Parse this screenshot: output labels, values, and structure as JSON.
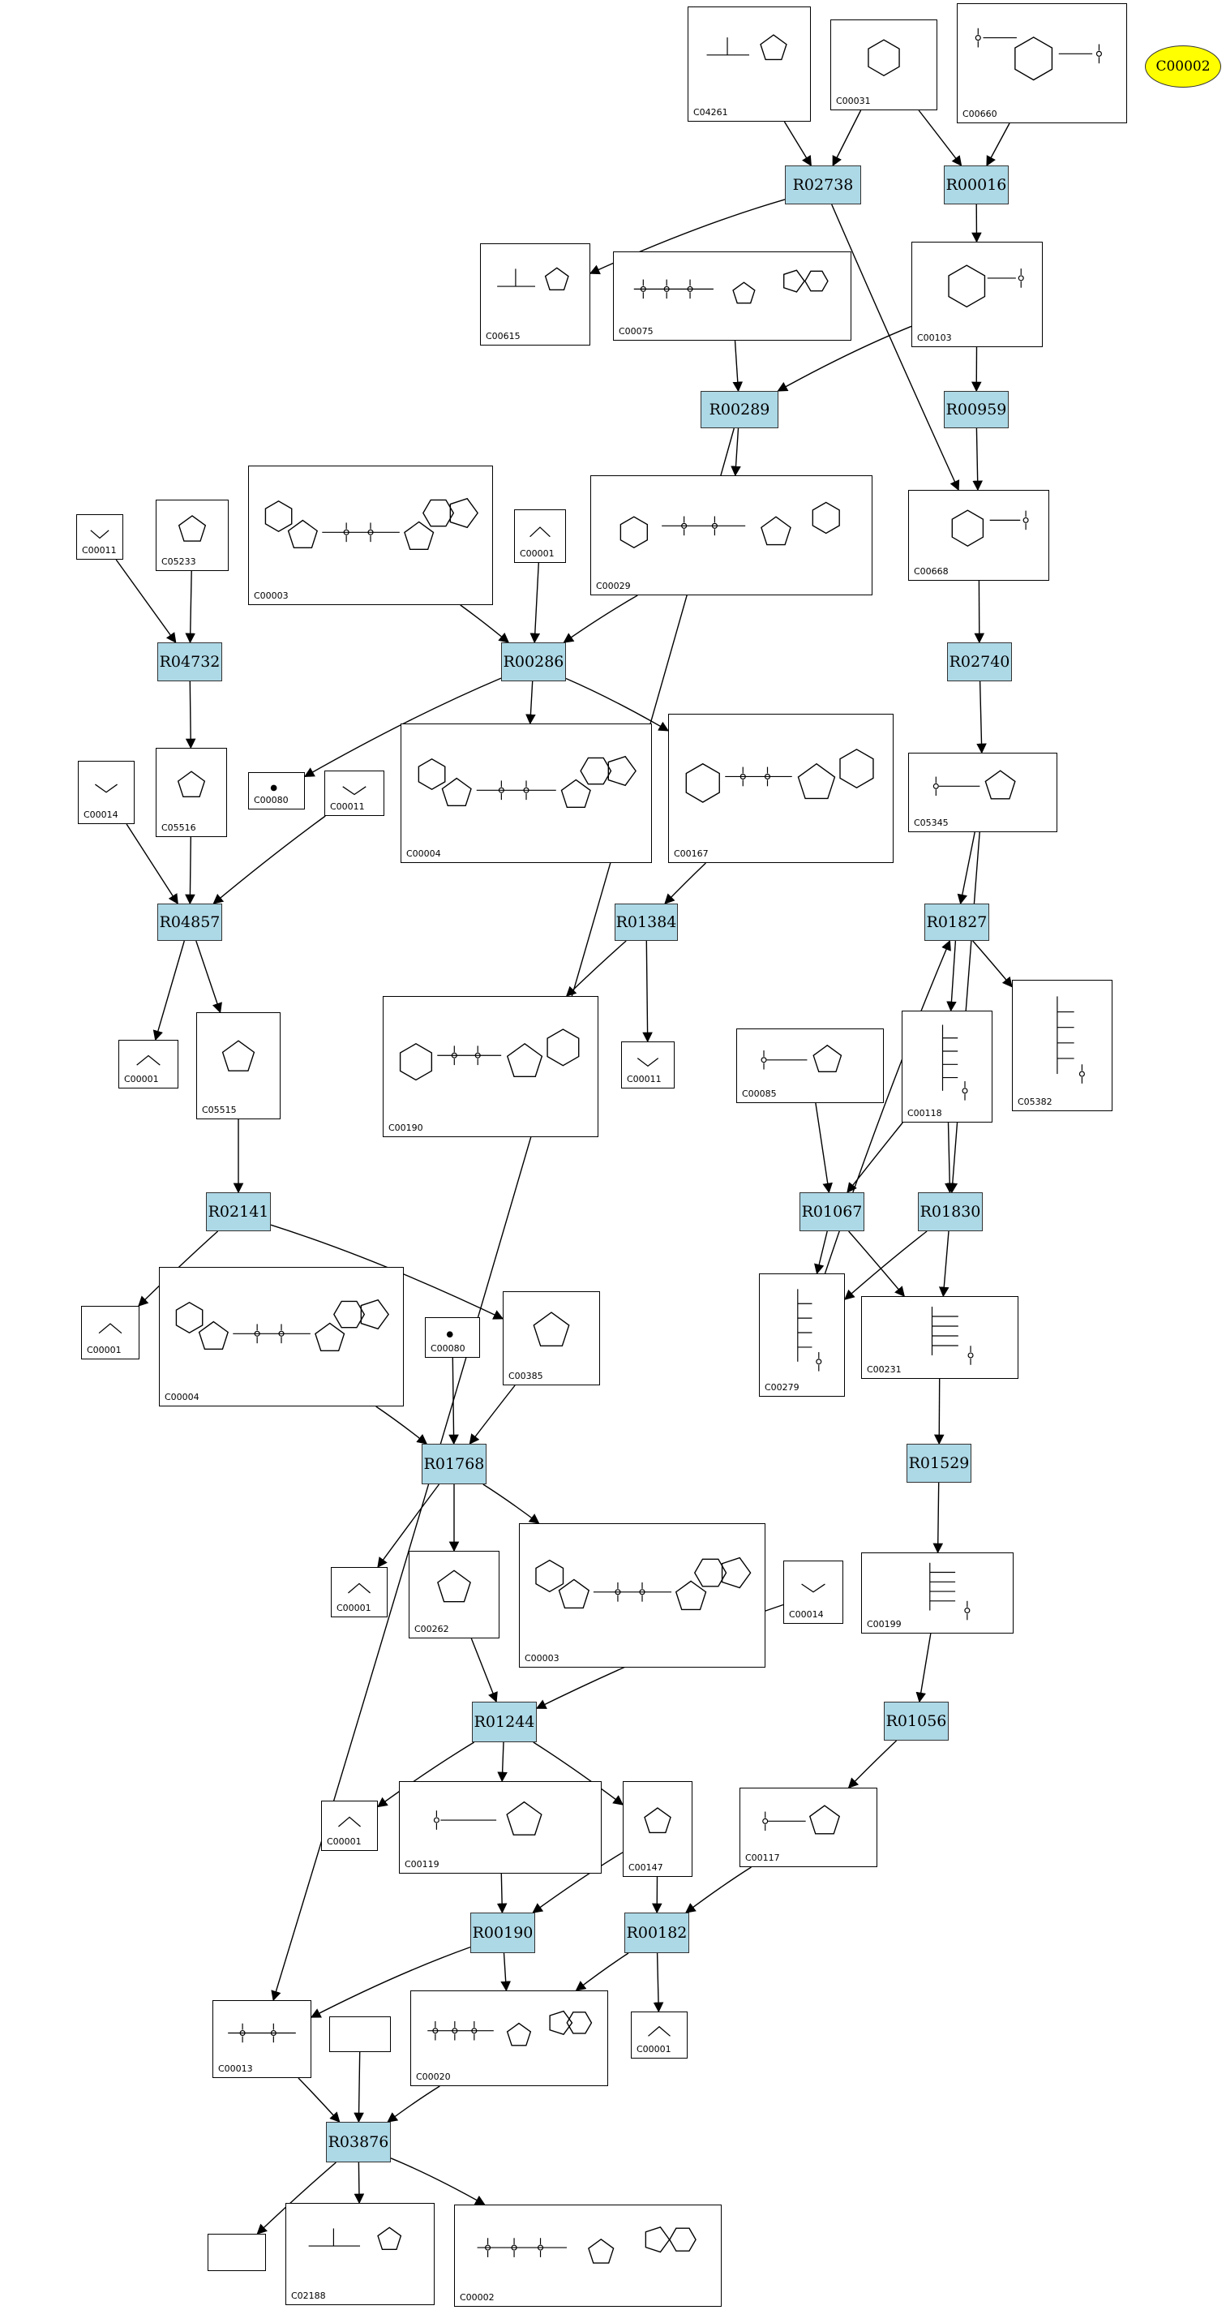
{
  "highlight": "C00002",
  "reactions": [
    {
      "id": "R02738",
      "label": "R02738"
    },
    {
      "id": "R00016",
      "label": "R00016"
    },
    {
      "id": "R00289",
      "label": "R00289"
    },
    {
      "id": "R00959",
      "label": "R00959"
    },
    {
      "id": "R04732",
      "label": "R04732"
    },
    {
      "id": "R00286",
      "label": "R00286"
    },
    {
      "id": "R02740",
      "label": "R02740"
    },
    {
      "id": "R04857",
      "label": "R04857"
    },
    {
      "id": "R01384",
      "label": "R01384"
    },
    {
      "id": "R01827",
      "label": "R01827"
    },
    {
      "id": "R02141",
      "label": "R02141"
    },
    {
      "id": "R01067",
      "label": "R01067"
    },
    {
      "id": "R01830",
      "label": "R01830"
    },
    {
      "id": "R01768",
      "label": "R01768"
    },
    {
      "id": "R01529",
      "label": "R01529"
    },
    {
      "id": "R01244",
      "label": "R01244"
    },
    {
      "id": "R01056",
      "label": "R01056"
    },
    {
      "id": "R00190",
      "label": "R00190"
    },
    {
      "id": "R00182",
      "label": "R00182"
    },
    {
      "id": "R03876",
      "label": "R03876"
    }
  ],
  "compounds": [
    {
      "id": "c04261",
      "label": "C04261",
      "glyph": "peptide"
    },
    {
      "id": "c00031",
      "label": "C00031",
      "glyph": "hexose"
    },
    {
      "id": "c00660",
      "label": "C00660",
      "glyph": "hexose-bisphosphate"
    },
    {
      "id": "c00615",
      "label": "C00615",
      "glyph": "peptide"
    },
    {
      "id": "c00075",
      "label": "C00075",
      "glyph": "nucleotide"
    },
    {
      "id": "c00103",
      "label": "C00103",
      "glyph": "hexose-phosphate"
    },
    {
      "id": "c00011a",
      "label": "C00011",
      "glyph": "small"
    },
    {
      "id": "c05233",
      "label": "C05233",
      "glyph": "ring"
    },
    {
      "id": "c00003a",
      "label": "C00003",
      "glyph": "dinucleotide"
    },
    {
      "id": "c00001a",
      "label": "C00001",
      "glyph": "water"
    },
    {
      "id": "c00029",
      "label": "C00029",
      "glyph": "sugar-nucleotide"
    },
    {
      "id": "c00668",
      "label": "C00668",
      "glyph": "hexose-phosphate"
    },
    {
      "id": "c00014a",
      "label": "C00014",
      "glyph": "small"
    },
    {
      "id": "c05516",
      "label": "C05516",
      "glyph": "ring"
    },
    {
      "id": "c00080a",
      "label": "C00080",
      "glyph": "ion"
    },
    {
      "id": "c00011b",
      "label": "C00011",
      "glyph": "small"
    },
    {
      "id": "c00004a",
      "label": "C00004",
      "glyph": "dinucleotide"
    },
    {
      "id": "c00167",
      "label": "C00167",
      "glyph": "sugar-nucleotide"
    },
    {
      "id": "c05345",
      "label": "C05345",
      "glyph": "furanose-phosphate"
    },
    {
      "id": "c00001b",
      "label": "C00001",
      "glyph": "water"
    },
    {
      "id": "c05515",
      "label": "C05515",
      "glyph": "ring"
    },
    {
      "id": "c00190",
      "label": "C00190",
      "glyph": "sugar-nucleotide"
    },
    {
      "id": "c00011c",
      "label": "C00011",
      "glyph": "small"
    },
    {
      "id": "c00085",
      "label": "C00085",
      "glyph": "furanose-phosphate"
    },
    {
      "id": "c00118",
      "label": "C00118",
      "glyph": "chain"
    },
    {
      "id": "c05382",
      "label": "C05382",
      "glyph": "chain"
    },
    {
      "id": "c00001c",
      "label": "C00001",
      "glyph": "water"
    },
    {
      "id": "c00004b",
      "label": "C00004",
      "glyph": "dinucleotide"
    },
    {
      "id": "c00080b",
      "label": "C00080",
      "glyph": "ion"
    },
    {
      "id": "c00385",
      "label": "C00385",
      "glyph": "ring"
    },
    {
      "id": "c00279",
      "label": "C00279",
      "glyph": "chain"
    },
    {
      "id": "c00231",
      "label": "C00231",
      "glyph": "chain"
    },
    {
      "id": "c00001d",
      "label": "C00001",
      "glyph": "water"
    },
    {
      "id": "c00262",
      "label": "C00262",
      "glyph": "ring"
    },
    {
      "id": "c00003b",
      "label": "C00003",
      "glyph": "dinucleotide"
    },
    {
      "id": "c00014b",
      "label": "C00014",
      "glyph": "small"
    },
    {
      "id": "c00199",
      "label": "C00199",
      "glyph": "chain"
    },
    {
      "id": "c00001e",
      "label": "C00001",
      "glyph": "water"
    },
    {
      "id": "c00119",
      "label": "C00119",
      "glyph": "furanose-phosphate"
    },
    {
      "id": "c00147",
      "label": "C00147",
      "glyph": "ring"
    },
    {
      "id": "c00117",
      "label": "C00117",
      "glyph": "furanose-phosphate"
    },
    {
      "id": "c00013",
      "label": "C00013",
      "glyph": "pyrophosphate"
    },
    {
      "id": "blank1",
      "label": "",
      "glyph": "none"
    },
    {
      "id": "c00020",
      "label": "C00020",
      "glyph": "nucleotide"
    },
    {
      "id": "c00001f",
      "label": "C00001",
      "glyph": "water"
    },
    {
      "id": "blank2",
      "label": "",
      "glyph": "none"
    },
    {
      "id": "c02188",
      "label": "C02188",
      "glyph": "peptide"
    },
    {
      "id": "c00002",
      "label": "C00002",
      "glyph": "nucleotide"
    }
  ],
  "edges": [
    [
      "c04261",
      "R02738"
    ],
    [
      "c00031",
      "R02738"
    ],
    [
      "c00031",
      "R00016"
    ],
    [
      "c00660",
      "R00016"
    ],
    [
      "R02738",
      "c00615"
    ],
    [
      "R02738",
      "c00668"
    ],
    [
      "R00016",
      "c00103"
    ],
    [
      "c00075",
      "R00289"
    ],
    [
      "c00103",
      "R00289"
    ],
    [
      "c00103",
      "R00959"
    ],
    [
      "R00289",
      "c00029"
    ],
    [
      "R00289",
      "c00013"
    ],
    [
      "R00959",
      "c00668"
    ],
    [
      "c00011a",
      "R04732"
    ],
    [
      "c05233",
      "R04732"
    ],
    [
      "R04732",
      "c05516"
    ],
    [
      "c00003a",
      "R00286"
    ],
    [
      "c00001a",
      "R00286"
    ],
    [
      "c00029",
      "R00286"
    ],
    [
      "R00286",
      "c00080a"
    ],
    [
      "R00286",
      "c00004a"
    ],
    [
      "R00286",
      "c00167"
    ],
    [
      "c00668",
      "R02740"
    ],
    [
      "R02740",
      "c05345"
    ],
    [
      "c00014a",
      "R04857"
    ],
    [
      "c05516",
      "R04857"
    ],
    [
      "c00011b",
      "R04857"
    ],
    [
      "R04857",
      "c00001b"
    ],
    [
      "R04857",
      "c05515"
    ],
    [
      "c00167",
      "R01384"
    ],
    [
      "R01384",
      "c00190"
    ],
    [
      "R01384",
      "c00011c"
    ],
    [
      "c05345",
      "R01827"
    ],
    [
      "c05345",
      "R01830"
    ],
    [
      "R01827",
      "c00118"
    ],
    [
      "R01827",
      "c05382"
    ],
    [
      "c05515",
      "R02141"
    ],
    [
      "R02141",
      "c00001c"
    ],
    [
      "R02141",
      "c00385"
    ],
    [
      "c00085",
      "R01067"
    ],
    [
      "c00118",
      "R01067"
    ],
    [
      "c00118",
      "R01830"
    ],
    [
      "R01067",
      "c00279"
    ],
    [
      "R01067",
      "c00231"
    ],
    [
      "R01830",
      "c00279"
    ],
    [
      "R01830",
      "c00231"
    ],
    [
      "c00279",
      "R01827"
    ],
    [
      "c00004b",
      "R01768"
    ],
    [
      "c00080b",
      "R01768"
    ],
    [
      "c00385",
      "R01768"
    ],
    [
      "R01768",
      "c00001d"
    ],
    [
      "R01768",
      "c00262"
    ],
    [
      "R01768",
      "c00003b"
    ],
    [
      "c00231",
      "R01529"
    ],
    [
      "R01529",
      "c00199"
    ],
    [
      "c00262",
      "R01244"
    ],
    [
      "c00014b",
      "R01244"
    ],
    [
      "R01244",
      "c00001e"
    ],
    [
      "R01244",
      "c00119"
    ],
    [
      "R01244",
      "c00147"
    ],
    [
      "c00199",
      "R01056"
    ],
    [
      "R01056",
      "c00117"
    ],
    [
      "c00119",
      "R00190"
    ],
    [
      "c00147",
      "R00190"
    ],
    [
      "c00147",
      "R00182"
    ],
    [
      "c00117",
      "R00182"
    ],
    [
      "R00190",
      "c00013"
    ],
    [
      "R00190",
      "c00020"
    ],
    [
      "R00182",
      "c00020"
    ],
    [
      "R00182",
      "c00001f"
    ],
    [
      "c00013",
      "R03876"
    ],
    [
      "blank1",
      "R03876"
    ],
    [
      "c00020",
      "R03876"
    ],
    [
      "R03876",
      "blank2"
    ],
    [
      "R03876",
      "c02188"
    ],
    [
      "R03876",
      "c00002"
    ]
  ]
}
